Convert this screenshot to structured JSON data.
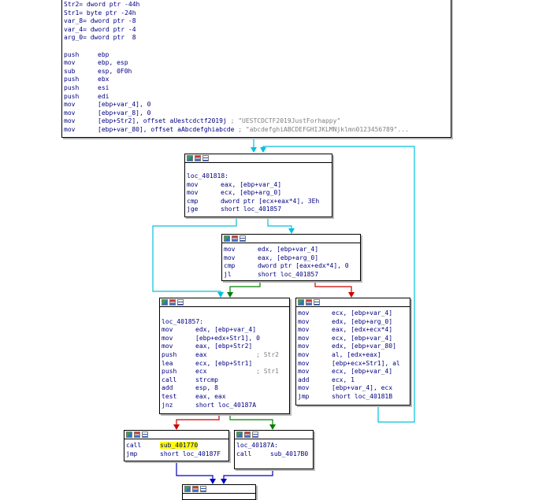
{
  "app": {
    "view": "IDA graph view"
  },
  "nodes": {
    "entry": {
      "lines": [
        {
          "text": "Str2= dword ptr -44h"
        },
        {
          "text": "Str1= byte ptr -24h"
        },
        {
          "text": "var_8= dword ptr -8"
        },
        {
          "text": "var_4= dword ptr -4"
        },
        {
          "text": "arg_0= dword ptr  8"
        },
        {
          "text": ""
        },
        {
          "mn": "push",
          "op": "ebp"
        },
        {
          "mn": "mov",
          "op": "ebp, esp"
        },
        {
          "mn": "sub",
          "op": "esp, 0F0h"
        },
        {
          "mn": "push",
          "op": "ebx"
        },
        {
          "mn": "push",
          "op": "esi"
        },
        {
          "mn": "push",
          "op": "edi"
        },
        {
          "mn": "mov",
          "op": "[ebp+var_4], 0"
        },
        {
          "mn": "mov",
          "op": "[ebp+var_8], 0"
        },
        {
          "mn": "mov",
          "op": "[ebp+Str2], offset aUestcdctf2019j",
          "cm": " ; \"UESTCDCTF2019JustForhappy\""
        },
        {
          "mn": "mov",
          "op": "[ebp+var_80], offset aAbcdefghiabcde",
          "cm": " ; \"abcdefghiABCDEFGHIJKLMNjklmn0123456789\"..."
        }
      ]
    },
    "loop_head": {
      "lines": [
        {
          "text": "loc_401818:"
        },
        {
          "mn": "mov",
          "op": "eax, [ebp+var_4]"
        },
        {
          "mn": "mov",
          "op": "ecx, [ebp+arg_0]"
        },
        {
          "mn": "cmp",
          "op": "dword ptr [ecx+eax*4], 3Eh"
        },
        {
          "mn": "jge",
          "op": "short loc_401857"
        }
      ]
    },
    "check": {
      "lines": [
        {
          "mn": "mov",
          "op": "edx, [ebp+var_4]"
        },
        {
          "mn": "mov",
          "op": "eax, [ebp+arg_0]"
        },
        {
          "mn": "cmp",
          "op": "dword ptr [eax+edx*4], 0"
        },
        {
          "mn": "jl",
          "op": "short loc_401857"
        }
      ]
    },
    "compare": {
      "lines": [
        {
          "text": ""
        },
        {
          "text": "loc_401857:"
        },
        {
          "mn": "mov",
          "op": "edx, [ebp+var_4]"
        },
        {
          "mn": "mov",
          "op": "[ebp+edx+Str1], 0"
        },
        {
          "mn": "mov",
          "op": "eax, [ebp+Str2]"
        },
        {
          "mn": "push",
          "op": "eax",
          "cm": "             ; Str2"
        },
        {
          "mn": "lea",
          "op": "ecx, [ebp+Str1]"
        },
        {
          "mn": "push",
          "op": "ecx",
          "cm": "             ; Str1"
        },
        {
          "mn": "call",
          "op": "strcmp"
        },
        {
          "mn": "add",
          "op": "esp, 8"
        },
        {
          "mn": "test",
          "op": "eax, eax"
        },
        {
          "mn": "jnz",
          "op": "short loc_40187A"
        }
      ]
    },
    "loop_body": {
      "lines": [
        {
          "mn": "mov",
          "op": "ecx, [ebp+var_4]"
        },
        {
          "mn": "mov",
          "op": "edx, [ebp+arg_0]"
        },
        {
          "mn": "mov",
          "op": "eax, [edx+ecx*4]"
        },
        {
          "mn": "mov",
          "op": "ecx, [ebp+var_4]"
        },
        {
          "mn": "mov",
          "op": "edx, [ebp+var_80]"
        },
        {
          "mn": "mov",
          "op": "al, [edx+eax]"
        },
        {
          "mn": "mov",
          "op": "[ebp+ecx+Str1], al"
        },
        {
          "mn": "mov",
          "op": "ecx, [ebp+var_4]"
        },
        {
          "mn": "add",
          "op": "ecx, 1"
        },
        {
          "mn": "mov",
          "op": "[ebp+var_4], ecx"
        },
        {
          "mn": "jmp",
          "op": "short loc_40181B"
        }
      ]
    },
    "success": {
      "lines": [
        {
          "mn": "call",
          "op": "sub_401770",
          "highlight": true
        },
        {
          "mn": "jmp",
          "op": "short loc_40187F"
        }
      ]
    },
    "fail": {
      "lines": [
        {
          "text": "loc_40187A:"
        },
        {
          "mn": "call",
          "op": "sub_4017B0"
        }
      ]
    },
    "exit": {
      "lines": []
    }
  },
  "colors": {
    "code": "#000080",
    "comment": "#808080",
    "edge_true": "#008000",
    "edge_false": "#cc0000",
    "edge_back": "#00c0e0",
    "edge_unconditional": "#0000c0",
    "highlight": "#ffff00"
  }
}
